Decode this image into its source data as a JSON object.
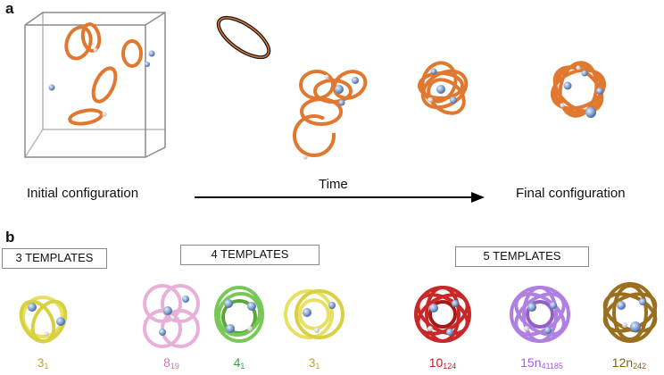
{
  "panel_a": {
    "label": "a",
    "caption_initial": "Initial configuration",
    "caption_time": "Time",
    "caption_final": "Final configuration"
  },
  "panel_b": {
    "label": "b",
    "groups": [
      {
        "title": "3 TEMPLATES"
      },
      {
        "title": "4 TEMPLATES"
      },
      {
        "title": "5 TEMPLATES"
      }
    ],
    "knots": [
      {
        "main": "3",
        "sub": "1",
        "color": "#b8a830",
        "ring_color": "#e8e060"
      },
      {
        "main": "8",
        "sub": "19",
        "color": "#d870b8",
        "ring_color": "#e8b0d8"
      },
      {
        "main": "4",
        "sub": "1",
        "color": "#3a9a3a",
        "ring_color": "#78c858"
      },
      {
        "main": "3",
        "sub": "1",
        "color": "#b8a830",
        "ring_color": "#e8e060"
      },
      {
        "main": "10",
        "sub": "124",
        "color": "#c02020",
        "ring_color": "#c82828"
      },
      {
        "main": "15n",
        "sub": "41185",
        "color": "#a060d8",
        "ring_color": "#b080e0"
      },
      {
        "main": "12n",
        "sub": "242",
        "color": "#8a6010",
        "ring_color": "#9a7020"
      }
    ]
  },
  "colors": {
    "ring_orange": "#e07830",
    "sphere_blue": "#8aaad8",
    "box_gray": "#8a8a8a"
  }
}
